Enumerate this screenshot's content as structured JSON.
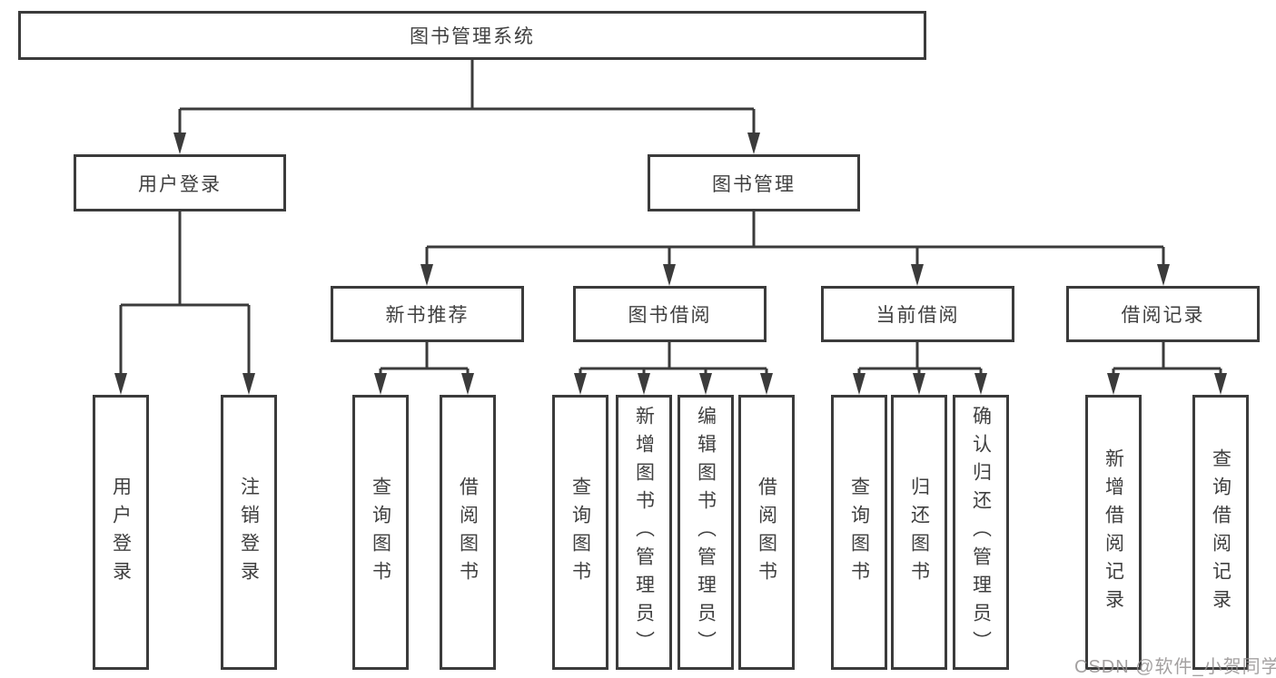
{
  "diagram": {
    "type": "hierarchy-tree",
    "root": {
      "label": "图书管理系统"
    },
    "branches": [
      {
        "label": "用户登录",
        "children": [
          {
            "label": "用户登录"
          },
          {
            "label": "注销登录"
          }
        ]
      },
      {
        "label": "图书管理",
        "children": [
          {
            "label": "新书推荐",
            "children": [
              {
                "label": "查询图书"
              },
              {
                "label": "借阅图书"
              }
            ]
          },
          {
            "label": "图书借阅",
            "children": [
              {
                "label": "查询图书"
              },
              {
                "label": "新增图书（管理员）"
              },
              {
                "label": "编辑图书（管理员）"
              },
              {
                "label": "借阅图书"
              }
            ]
          },
          {
            "label": "当前借阅",
            "children": [
              {
                "label": "查询图书"
              },
              {
                "label": "归还图书"
              },
              {
                "label": "确认归还（管理员）"
              }
            ]
          },
          {
            "label": "借阅记录",
            "children": [
              {
                "label": "新增借阅记录"
              },
              {
                "label": "查询借阅记录"
              }
            ]
          }
        ]
      }
    ]
  },
  "watermark": {
    "text": "CSDN @软件_小贺同学"
  },
  "colors": {
    "line": "#3b3b3b",
    "box_border": "#3b3b3b",
    "box_background": "#ffffff",
    "text": "#3f3f3f",
    "watermark": "#949191",
    "page_background": "#ffffff"
  }
}
